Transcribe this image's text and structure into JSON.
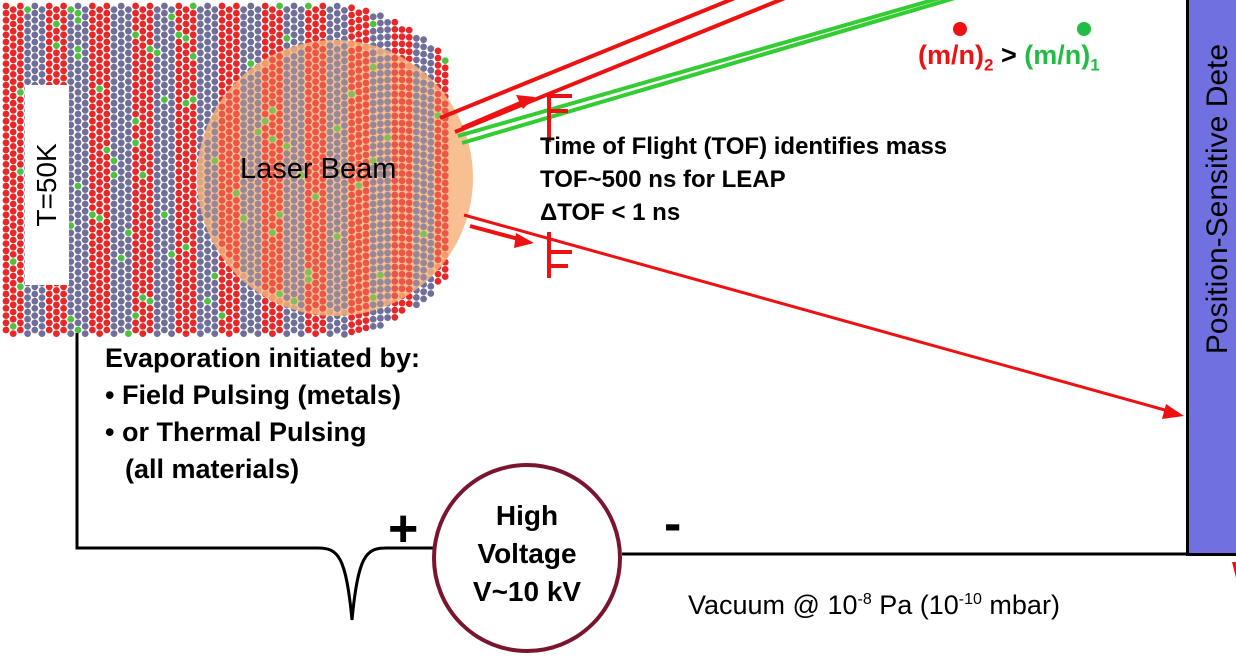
{
  "specimen": {
    "temperature_label": "T=50K"
  },
  "laser": {
    "label": "Laser Beam"
  },
  "mass_comparison": {
    "lhs": "(m/n)",
    "lhs_sub": "2",
    "op": " > ",
    "rhs": "(m/n)",
    "rhs_sub": "1",
    "colors": {
      "heavy": "#ee1111",
      "light": "#22bb44"
    }
  },
  "tof": {
    "line1": "Time of Flight (TOF) identifies mass",
    "line2": "TOF~500 ns for LEAP",
    "line3": "ΔTOF < 1 ns"
  },
  "evaporation": {
    "heading": "Evaporation initiated by:",
    "item1": "• Field Pulsing (metals)",
    "item2": "• or Thermal Pulsing",
    "item3": "(all materials)"
  },
  "high_voltage": {
    "line1": "High",
    "line2": "Voltage",
    "line3": "V~10 kV"
  },
  "polarity": {
    "plus": "+",
    "minus": "-"
  },
  "vacuum": {
    "prefix": "Vacuum @ 10",
    "exp1": "-8",
    "mid": " Pa (10",
    "exp2": "-10",
    "suffix": " mbar)"
  },
  "detector": {
    "label": "Position-Sensitive Dete"
  },
  "colors": {
    "atom_red": "#e82828",
    "atom_slate": "#6f6f9a",
    "atom_green": "#4fc040",
    "laser_fill": "#f6b27a",
    "ion_red": "#ee1111",
    "ion_green": "#33cc33",
    "detector": "#7070e0",
    "hv_ring": "#7a1530"
  }
}
